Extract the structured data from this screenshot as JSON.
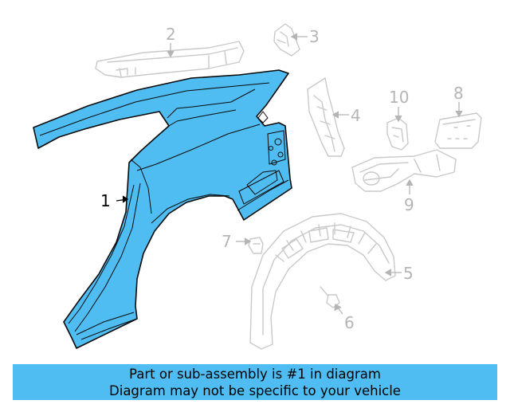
{
  "callouts": {
    "c1": "1",
    "c2": "2",
    "c3": "3",
    "c4": "4",
    "c5": "5",
    "c6": "6",
    "c7": "7",
    "c8": "8",
    "c9": "9",
    "c10": "10"
  },
  "colors": {
    "highlight": "#4fbdf2",
    "ghost": "#c9c9c9",
    "outline": "#0a0a0a"
  },
  "banner": {
    "line1": "Part or sub-assembly is #1 in diagram",
    "line2": "Diagram may not be specific to your vehicle"
  }
}
